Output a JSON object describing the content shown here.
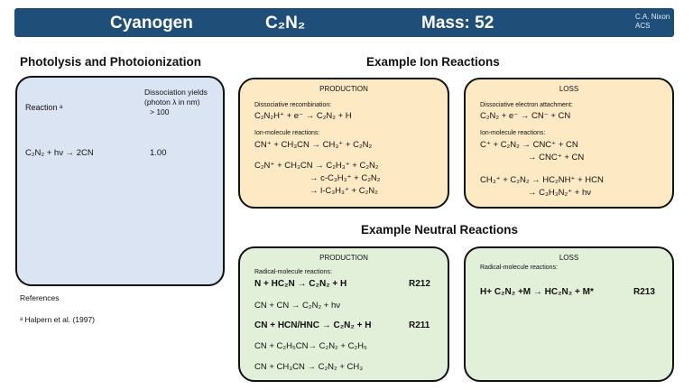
{
  "header": {
    "name": "Cyanogen",
    "formula": "C₂N₂",
    "mass": "Mass: 52",
    "credit_line1": "C.A. Nixon",
    "credit_line2": "ACS"
  },
  "photolysis": {
    "title": "Photolysis and Photoionization",
    "reaction_header": "Reaction ᵃ",
    "yield_header_line1": "Dissociation yields",
    "yield_header_line2": "(photon λ in nm)",
    "yield_header_line3": "> 100",
    "reaction": "C₂N₂ + hν → 2CN",
    "yield": "1.00"
  },
  "references": {
    "title": "References",
    "item": "ᵃ Halpern et al.  (1997)"
  },
  "ion": {
    "title": "Example Ion Reactions",
    "production": {
      "label": "PRODUCTION",
      "cat1": "Dissociative recombination:",
      "eq1": "C₂N₂H⁺ + e⁻ → C₂N₂ + H",
      "cat2": "Ion-molecule reactions:",
      "eq2": "CN⁺ + CH₃CN → CH₃⁺ + C₂N₂",
      "eq3": "C₂N⁺ + CH₃CN → C₂H₃⁺ + C₂N₂",
      "eq4": "→ c-C₃H₃⁺ + C₂N₂",
      "eq5": "→ l-C₃H₃⁺ + C₂N₂"
    },
    "loss": {
      "label": "LOSS",
      "cat1": "Dissociative electron attachment:",
      "eq1": "C₂N₂ + e⁻ → CN⁻ + CN",
      "cat2": "Ion-molecule reactions:",
      "eq2": "C⁺ + C₂N₂ → CNC⁺ + CN",
      "eq3": "→ CNC⁺ + CN",
      "eq4": "CH₃⁺ + C₂N₂ → HC₂NH⁺ + HCN",
      "eq5": "→ C₃H₃N₂⁺ + hν"
    }
  },
  "neutral": {
    "title": "Example Neutral Reactions",
    "production": {
      "label": "PRODUCTION",
      "cat": "Radical-molecule reactions:",
      "eq1": "N + HC₂N → C₂N₂ + H",
      "id1": "R212",
      "eq2": "CN + CN → C₂N₂ + hν",
      "eq3": "CN + HCN/HNC → C₂N₂ + H",
      "id3": "R211",
      "eq4": "CN + C₂H₅CN→ C₂N₂ + C₂H₅",
      "eq5": "CN + CH₃CN → C₂N₂ + CH₃"
    },
    "loss": {
      "label": "LOSS",
      "cat": "Radical-molecule reactions:",
      "eq1": "H+ C₂N₂ +M → HC₂N₂ + M*",
      "id1": "R213"
    }
  }
}
